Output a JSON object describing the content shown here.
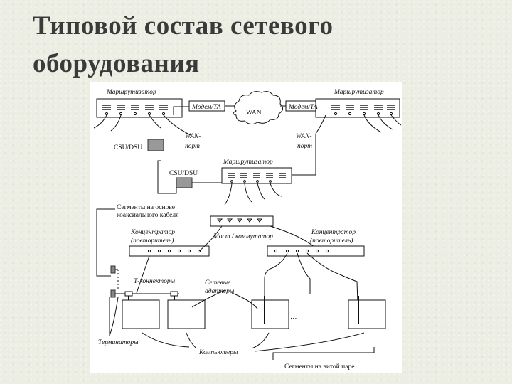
{
  "title": {
    "line1": "Типовой состав сетевого",
    "line2": "оборудования"
  },
  "diagram": {
    "router_top_left": "Маршрутизатор",
    "router_top_right": "Маршрутизатор",
    "router_middle": "Маршрутизатор",
    "modem_left": "Модем/ТА",
    "modem_right": "Модем/ТА",
    "wan_cloud": "WAN",
    "csu_dsu_left": "CSU/DSU",
    "csu_dsu_middle": "CSU/DSU",
    "wan_port_left_1": "WAN-",
    "wan_port_left_2": "порт",
    "wan_port_right_1": "WAN-",
    "wan_port_right_2": "порт",
    "coax_segments_1": "Сегменты на основе",
    "coax_segments_2": "коаксиального кабеля",
    "hub_left_1": "Концентратор",
    "hub_left_2": "(повторитель)",
    "bridge_switch": "Мост / коммутатор",
    "hub_right_1": "Концентратор",
    "hub_right_2": "(повторитель)",
    "t_connectors": "Т-коннекторы",
    "adapters_1": "Сетевые",
    "adapters_2": "адаптеры",
    "terminators": "Терминаторы",
    "computers": "Компьютеры",
    "twisted_pair": "Сегменты на витой паре",
    "ellipsis": "…"
  }
}
